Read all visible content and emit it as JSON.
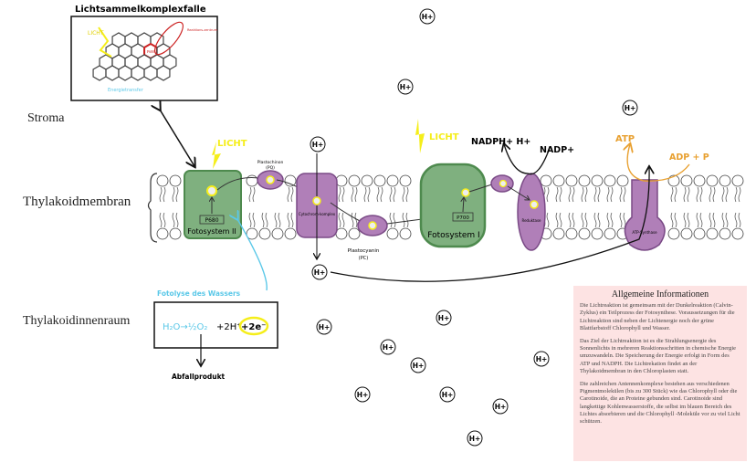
{
  "regions": {
    "stroma": "Stroma",
    "membrane": "Thylakoidmembran",
    "lumen": "Thylakoidinnenraum"
  },
  "antenna": {
    "title": "Lichtsammelkomplexfalle",
    "light": "LICHT",
    "center": "P680",
    "label_red": "Reaktions-zentrum",
    "label_blue": "Energietransfer"
  },
  "light_label": "LICHT",
  "ps2": {
    "name": "Fotosystem II",
    "center": "P680",
    "electron": "e-"
  },
  "plastoquinon": {
    "name": "Plastochinon",
    "abbr": "(PQ)"
  },
  "cytochrome": {
    "name": "Cytochrom-komplex"
  },
  "plastocyanin": {
    "name": "Plastocyanin",
    "abbr": "(PC)"
  },
  "ps1": {
    "name": "Fotosystem I",
    "center": "P700"
  },
  "reductase": {
    "name": "Reduktase"
  },
  "nadph": "NADPH+ H+",
  "nadp": "NADP+",
  "atp": "ATP",
  "adp": "ADP + P",
  "atp_synthase": "ATP-Synthase",
  "proton": "H+",
  "photolysis": {
    "title": "Fotolyse des Wassers",
    "h2o": "H₂O→½O₂",
    "rest": "+2H⁺",
    "electrons": "+2e⁻",
    "waste": "Abfallprodukt"
  },
  "colors": {
    "ps": "#7fb07f",
    "ps_border": "#4e8a4e",
    "purple": "#b07fb8",
    "purple_border": "#7a4a86",
    "light": "#f5ee1a",
    "cyan": "#5bc8e8",
    "orange": "#e8a030",
    "info_bg": "#fde3e3"
  },
  "info": {
    "title": "Allgemeine Informationen",
    "p1": "Die Lichtreaktion ist gemeinsam mit der Dunkelreaktion (Calvin-Zyklus) ein Teilprozess der Fotosynthese. Voraussetzungen für die Lichtreaktion sind neben der Lichtenergie noch der grüne Blattfarbstoff Chlorophyll und Wasser.",
    "p2": "Das Ziel der Lichtreaktion ist es die Strahlungsenergie des Sonnenlichts in mehreren Reaktionsschritten in chemische Energie umzuwandeln. Die Speicherung der Energie erfolgt in Form des ATP und NADPH. Die Lichtrekation findet an der Thylakoidmembran in den Chloroplasten statt.",
    "p3": "Die zahlreichen Antennenkomplexe bestehen aus verschiedenen Pigmentmolekülen (bis zu 300 Stück) wie das Chlorophyll oder die Carotinoide, die an Proteine gebunden sind. Carotinoide sind langkettige Kohlenwasserstoffe, die selbst im blauen Bereich des Lichtes absorbieren und die Chlorophyll -Moleküle vor zu viel Licht schützen."
  }
}
